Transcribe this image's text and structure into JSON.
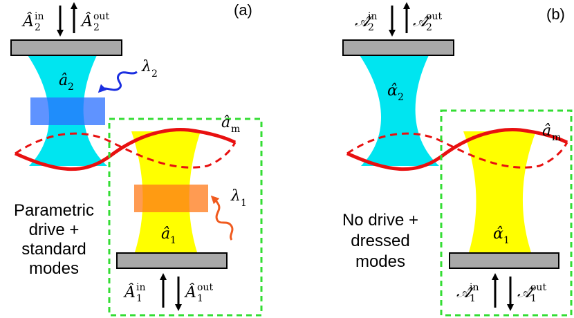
{
  "panels": [
    {
      "label": "(a)",
      "top_port": {
        "in": "in",
        "out": "out",
        "in_symbol": "Â",
        "out_symbol": "Â",
        "index": "2"
      },
      "bottom_port": {
        "in": "in",
        "out": "out",
        "in_symbol": "Â",
        "out_symbol": "Â",
        "index": "1"
      },
      "upper_mode": {
        "symbol": "â",
        "index": "2"
      },
      "lower_mode": {
        "symbol": "â",
        "index": "1"
      },
      "mech_mode": {
        "symbol": "â",
        "sub": "m"
      },
      "drive_upper": {
        "symbol": "λ",
        "index": "2"
      },
      "drive_lower": {
        "symbol": "λ",
        "index": "1"
      },
      "caption": [
        "Parametric",
        "drive +",
        "standard",
        "modes"
      ]
    },
    {
      "label": "(b)",
      "top_port": {
        "in": "in",
        "out": "out",
        "in_symbol": "𝒜̂",
        "out_symbol": "𝒜̂",
        "index": "2"
      },
      "bottom_port": {
        "in": "in",
        "out": "out",
        "in_symbol": "𝒜̂",
        "out_symbol": "𝒜̂",
        "index": "1"
      },
      "upper_mode": {
        "symbol": "α̂",
        "index": "2"
      },
      "lower_mode": {
        "symbol": "α̂",
        "index": "1"
      },
      "mech_mode": {
        "symbol": "â",
        "sub": "m"
      },
      "caption": [
        "No drive +",
        "dressed",
        "modes"
      ]
    }
  ],
  "colors": {
    "cavity_upper": "#00e5f0",
    "cavity_lower": "#ffff00",
    "membrane": "#e81010",
    "mirror": "#a9a9a9",
    "dashed_box": "#33dd33",
    "drive_blue": "#1a2ee0",
    "drive_red": "#f05a1e",
    "crystal_blue": "#2a6fff",
    "crystal_orange": "#ff7a18"
  }
}
